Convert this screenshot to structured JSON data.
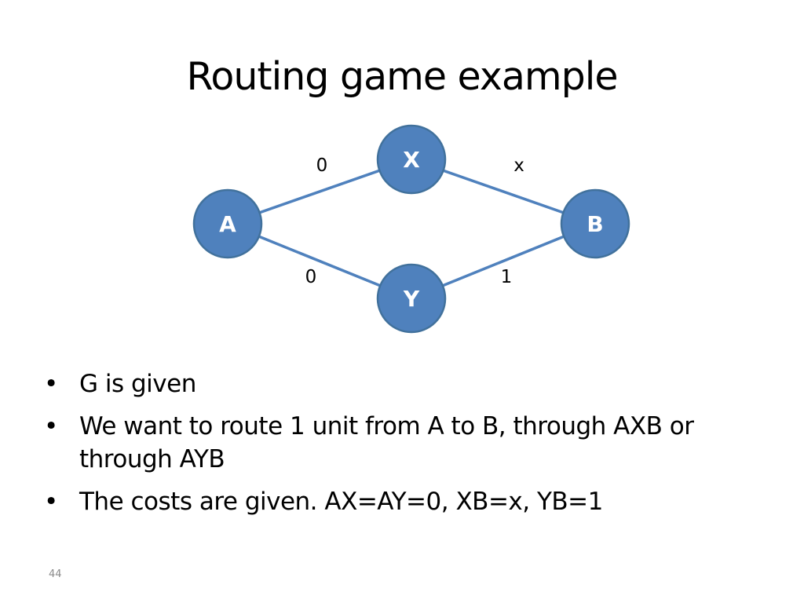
{
  "slide": {
    "title": "Routing game example",
    "page_number": "44"
  },
  "colors": {
    "node_fill": "#4f81bd",
    "node_stroke": "#41719c",
    "edge": "#4f81bd",
    "text": "#000000"
  },
  "diagram": {
    "nodes": [
      {
        "id": "A",
        "label": "A"
      },
      {
        "id": "X",
        "label": "X"
      },
      {
        "id": "B",
        "label": "B"
      },
      {
        "id": "Y",
        "label": "Y"
      }
    ],
    "edges": [
      {
        "from": "A",
        "to": "X",
        "cost": "0"
      },
      {
        "from": "X",
        "to": "B",
        "cost": "x"
      },
      {
        "from": "A",
        "to": "Y",
        "cost": "0"
      },
      {
        "from": "Y",
        "to": "B",
        "cost": "1"
      }
    ]
  },
  "bullets": [
    {
      "marker": "•",
      "text": "G is given"
    },
    {
      "marker": "•",
      "text": "We want to route 1 unit from A to B, through AXB or through AYB"
    },
    {
      "marker": "•",
      "text": "The costs are given. AX=AY=0, XB=x, YB=1"
    }
  ]
}
